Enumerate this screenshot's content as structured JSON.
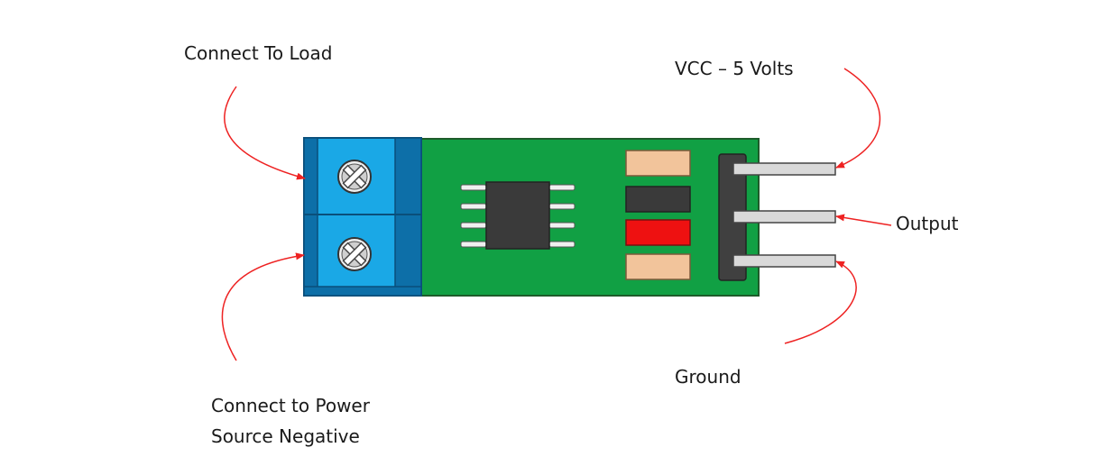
{
  "labels": {
    "connect_load": "Connect To Load",
    "vcc": "VCC – 5 Volts",
    "output": "Output",
    "ground": "Ground",
    "power_neg_line1": "Connect to Power",
    "power_neg_line2": "Source Negative"
  },
  "colors": {
    "pcb_green": "#11a044",
    "pcb_border": "#1d5c2a",
    "terminal_blue": "#1aa8e6",
    "terminal_dark": "#0d6fa8",
    "chip": "#3a3a3a",
    "resistor_tan": "#f2c49b",
    "component_dark": "#3a3a3a",
    "component_red": "#ee1111",
    "header": "#404040",
    "pin": "#d9d9d9",
    "arrow": "#ee2222"
  },
  "icons": {
    "screw": "screw-icon",
    "arrow": "arrow-icon"
  }
}
